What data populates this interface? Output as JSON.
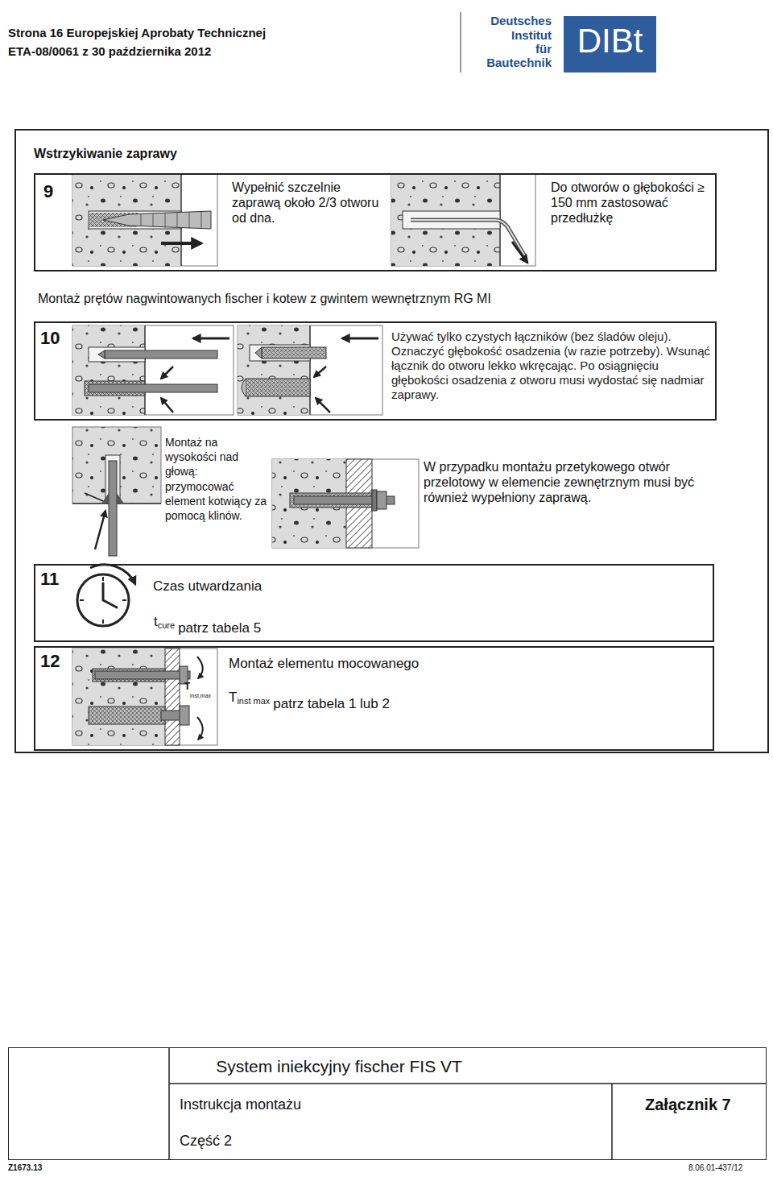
{
  "diagram": {
    "nodes": [
      {
        "text": [
          "Wstrzykiwanie zaprawy",
          "Montaż prętów nagwintowanych fischer i kotew z gwintem wewnętrznym RG MI"
        ]
      },
      {
        "text": [
          "9",
          "Wypełnić szczelnie zaprawą około 2/3 otworu od dna.",
          "Do otworów o głębokości ≥ 150 mm zastosować przedłużkę"
        ],
        "in": 0
      },
      {
        "text": [
          "10",
          "Używać tylko czystych łączników (bez śladów oleju). Oznaczyć głębokość osadzenia (w razie potrzeby). Wsunąć łącznik do otworu lekko wkręcając. Po osiągnięciu głębokości osadzenia z otworu musi wydostać się nadmiar zaprawy."
        ],
        "in": 0
      },
      {
        "text": [
          "11",
          "Czas utwardzania",
          "t",
          "cure",
          "patrz tabela 5"
        ],
        "in": 0
      },
      {
        "text": [
          "12",
          "Montaż elementu mocowanego",
          "T",
          "inst max",
          "patrz tabela 1 lub 2"
        ],
        "in": 0
      },
      {
        "text": [
          "System iniekcyjny fischer FIS VT",
          "Instrukcja montażu",
          "Część 2",
          "Załącznik 7"
        ]
      }
    ],
    "labels": [
      "Strona 16 Europejskiej Aprobaty Technicznej",
      "ETA-08/0061 z 30 października 2012",
      "Deutsches",
      "Institut",
      "für",
      "Bautechnik",
      "DIBt",
      "Montaż na wysokości nad głową: przymocować element kotwiący za pomocą klinów.",
      "W przypadku montażu przetykowego otwór przelotowy w elemencie zewnętrznym musi być również wypełniony zaprawą.",
      "T",
      "inst,max",
      "Z1673.13",
      "8.06.01-437/12"
    ]
  }
}
